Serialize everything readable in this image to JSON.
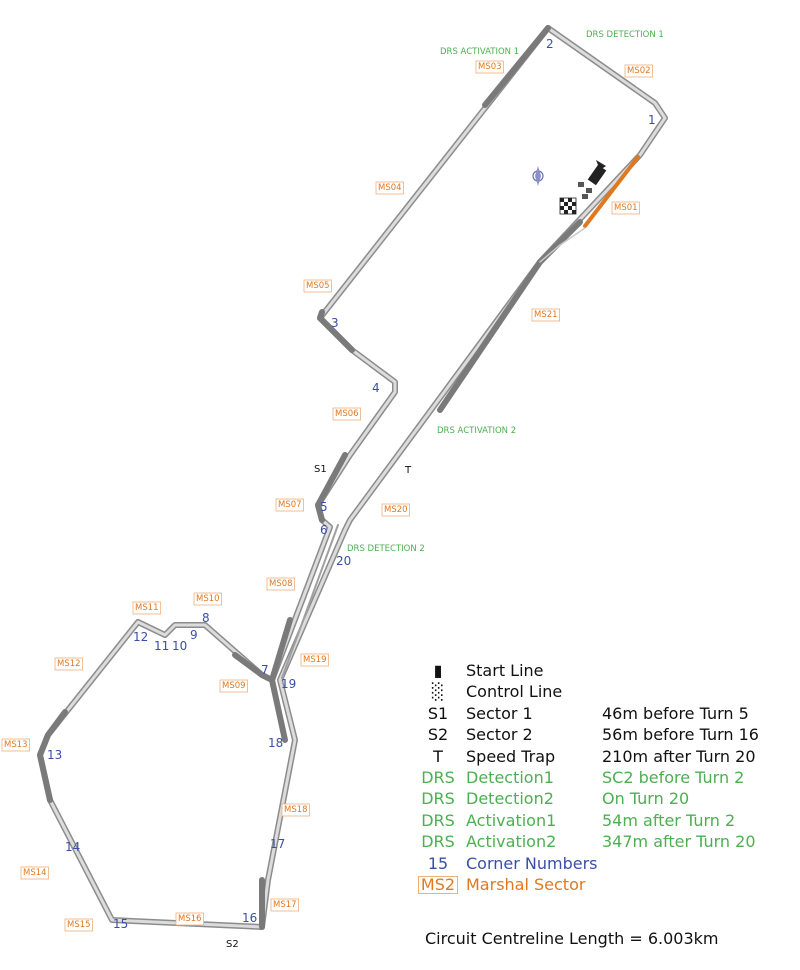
{
  "corner_numbers": [
    "1",
    "2",
    "3",
    "4",
    "5",
    "6",
    "7",
    "8",
    "9",
    "10",
    "11",
    "12",
    "13",
    "14",
    "15",
    "16",
    "17",
    "18",
    "19",
    "20"
  ],
  "marshal_sectors": [
    "MS01",
    "MS02",
    "MS03",
    "MS04",
    "MS05",
    "MS06",
    "MS07",
    "MS08",
    "MS09",
    "MS10",
    "MS11",
    "MS12",
    "MS13",
    "MS14",
    "MS15",
    "MS16",
    "MS17",
    "MS18",
    "MS19",
    "MS20",
    "MS21"
  ],
  "drs_labels": {
    "activation_1": "DRS ACTIVATION 1",
    "detection_1": "DRS DETECTION 1",
    "activation_2": "DRS ACTIVATION 2",
    "detection_2": "DRS DETECTION 2"
  },
  "sector_markers": {
    "s1": "S1",
    "s2": "S2",
    "t": "T"
  },
  "legend": [
    {
      "key": "",
      "label": "Start Line",
      "desc": "",
      "color": "black",
      "icon": "start-line-icon"
    },
    {
      "key": "",
      "label": "Control Line",
      "desc": "",
      "color": "black",
      "icon": "checkered-flag-icon"
    },
    {
      "key": "S1",
      "label": "Sector 1",
      "desc": "46m before Turn 5",
      "color": "black"
    },
    {
      "key": "S2",
      "label": "Sector 2",
      "desc": "56m before Turn 16",
      "color": "black"
    },
    {
      "key": "T",
      "label": "Speed Trap",
      "desc": "210m after Turn 20",
      "color": "black"
    },
    {
      "key": "DRS",
      "label": "Detection1",
      "desc": "SC2 before Turn 2",
      "color": "green"
    },
    {
      "key": "DRS",
      "label": "Detection2",
      "desc": "On Turn 20",
      "color": "green"
    },
    {
      "key": "DRS",
      "label": "Activation1",
      "desc": "54m after Turn 2",
      "color": "green"
    },
    {
      "key": "DRS",
      "label": "Activation2",
      "desc": "347m after Turn 20",
      "color": "green"
    },
    {
      "key": "15",
      "label": "Corner Numbers",
      "desc": "",
      "color": "blue"
    },
    {
      "key": "MS2",
      "label": "Marshal Sector",
      "desc": "",
      "color": "orange"
    }
  ],
  "circuit_length": "Circuit Centreline Length = 6.003km",
  "colors": {
    "track": "#9a9a9a",
    "track_inner": "#d6d6d6",
    "corner_text": "#3a4fa8",
    "drs_text": "#4caf50",
    "marshal_text": "#e07820",
    "start_straight": "#e07820"
  }
}
